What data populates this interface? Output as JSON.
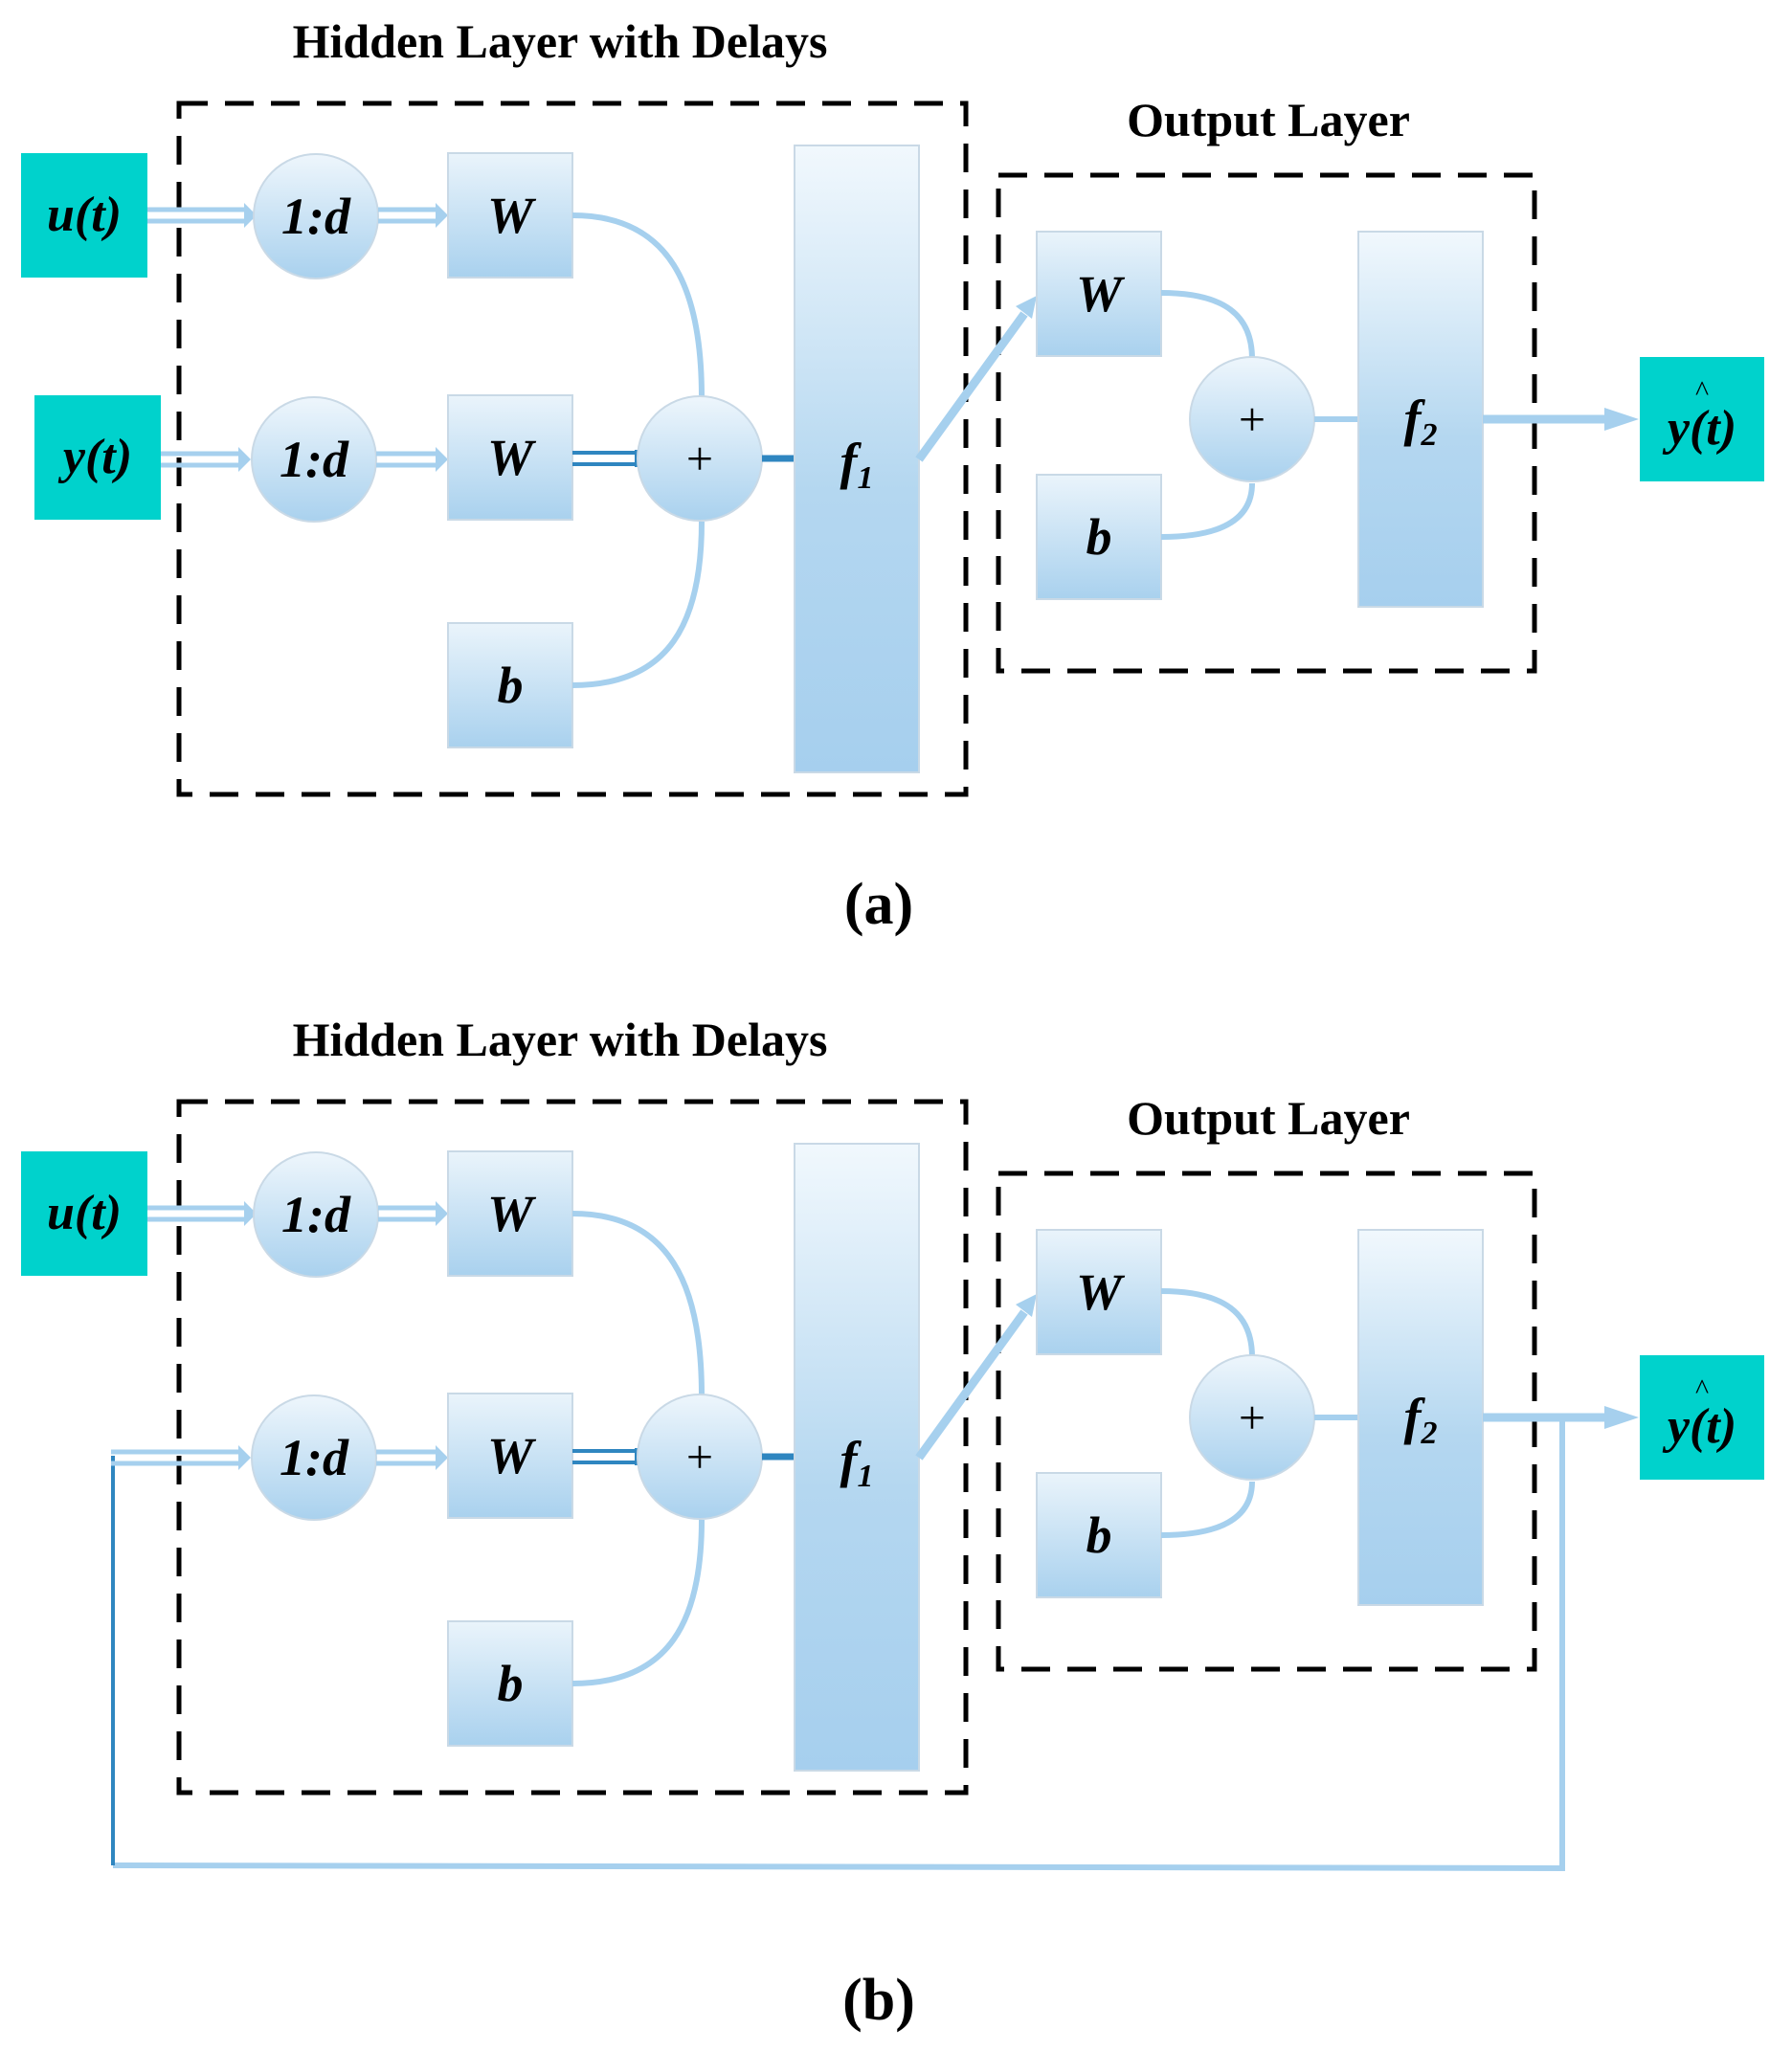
{
  "panels": [
    {
      "caption": "(a)",
      "hidden_title": "Hidden Layer with Delays",
      "output_title": "Output Layer",
      "inputs": [
        "u(t)",
        "y(t)"
      ],
      "delay_label": "1:d",
      "weight_label": "W",
      "bias_label": "b",
      "sum_label": "+",
      "f1": {
        "base": "f",
        "sub": "1"
      },
      "f2": {
        "base": "f",
        "sub": "2"
      },
      "output": {
        "text": "y(t)",
        "hat": "^"
      },
      "feedback": false
    },
    {
      "caption": "(b)",
      "hidden_title": "Hidden Layer with Delays",
      "output_title": "Output Layer",
      "inputs": [
        "u(t)"
      ],
      "delay_label": "1:d",
      "weight_label": "W",
      "bias_label": "b",
      "sum_label": "+",
      "f1": {
        "base": "f",
        "sub": "1"
      },
      "f2": {
        "base": "f",
        "sub": "2"
      },
      "output": {
        "text": "y(t)",
        "hat": "^"
      },
      "feedback": true
    }
  ],
  "colors": {
    "input_box": "#00d2cc",
    "node_light": "#e6f2fb",
    "node_dark": "#a9d1ee",
    "node_stroke": "#c9d9e6",
    "connector": "#a6d0ee",
    "connector_dark": "#2f86c0",
    "dashed_border": "#000000"
  }
}
